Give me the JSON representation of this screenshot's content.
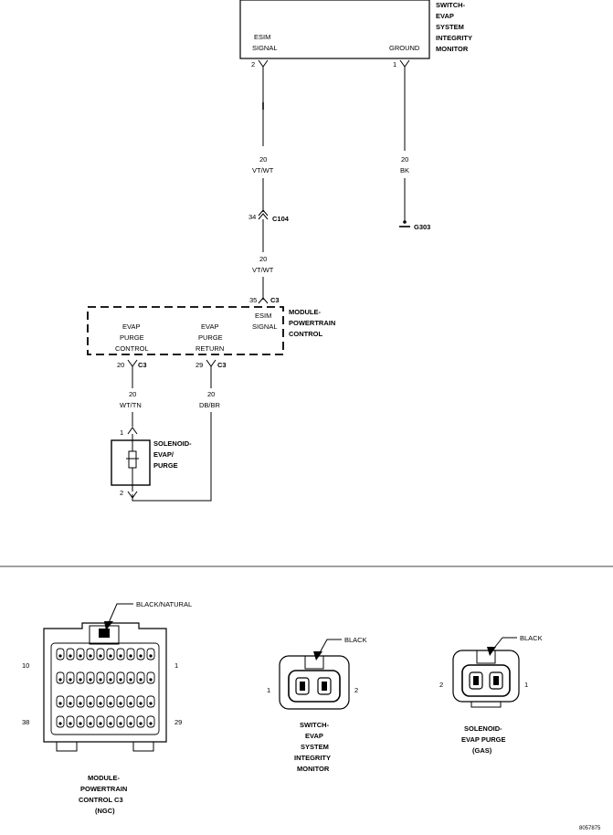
{
  "evap_switch": {
    "title": [
      "SWITCH-",
      "EVAP",
      "SYSTEM",
      "INTEGRITY",
      "MONITOR"
    ],
    "esim_label": [
      "ESIM",
      "SIGNAL"
    ],
    "ground_label": "GROUND",
    "pin_esim": "2",
    "pin_ground": "1"
  },
  "wires": {
    "w1": {
      "gauge": "20",
      "color": "VT/WT"
    },
    "w2": {
      "gauge": "20",
      "color": "BK"
    },
    "w3": {
      "gauge": "20",
      "color": "VT/WT"
    },
    "w4": {
      "gauge": "20",
      "color": "WT/TN"
    },
    "w5": {
      "gauge": "20",
      "color": "DB/BR"
    }
  },
  "inline_connector": {
    "pin": "34",
    "name": "C104"
  },
  "ground": {
    "name": "G303"
  },
  "pcm": {
    "title": [
      "MODULE-",
      "POWERTRAIN",
      "CONTROL"
    ],
    "esim_pin": "35",
    "esim_conn": "C3",
    "esim_label": [
      "ESIM",
      "SIGNAL"
    ],
    "purge_control_label": [
      "EVAP",
      "PURGE",
      "CONTROL"
    ],
    "purge_return_label": [
      "EVAP",
      "PURGE",
      "RETURN"
    ],
    "purge_control_pin": "20",
    "purge_control_conn": "C3",
    "purge_return_pin": "29",
    "purge_return_conn": "C3"
  },
  "solenoid": {
    "title": [
      "SOLENOID-",
      "EVAP/",
      "PURGE"
    ],
    "pin_top": "1",
    "pin_bottom": "2"
  },
  "connector_views": {
    "pcm_c3": {
      "color_label": "BLACK/NATURAL",
      "pin_labels": {
        "top_left": "10",
        "top_right": "1",
        "bottom_left": "38",
        "bottom_right": "29"
      },
      "caption": [
        "MODULE-",
        "POWERTRAIN",
        "CONTROL C3",
        "(NGC)"
      ]
    },
    "evap_switch": {
      "color_label": "BLACK",
      "pin_left": "1",
      "pin_right": "2",
      "caption": [
        "SWITCH-",
        "EVAP",
        "SYSTEM",
        "INTEGRITY",
        "MONITOR"
      ]
    },
    "solenoid": {
      "color_label": "BLACK",
      "pin_left": "2",
      "pin_right": "1",
      "caption": [
        "SOLENOID-",
        "EVAP PURGE",
        "(GAS)"
      ]
    }
  },
  "figure_id": "8057875"
}
